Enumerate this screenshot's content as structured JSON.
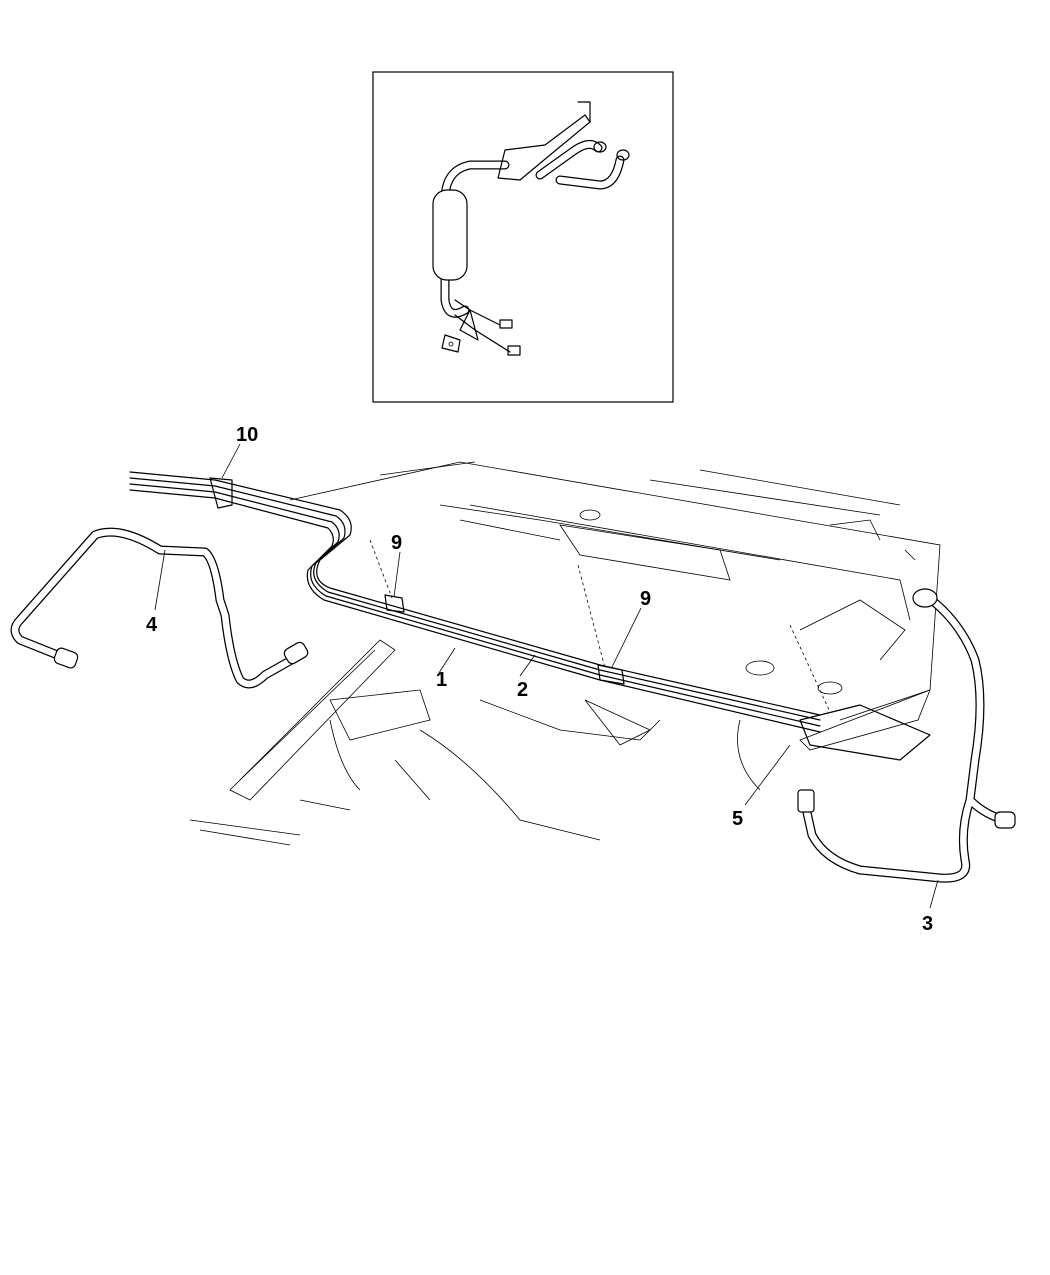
{
  "diagram": {
    "callouts": {
      "c1": "1",
      "c2": "2",
      "c3": "3",
      "c4": "4",
      "c5": "5",
      "c9a": "9",
      "c9b": "9",
      "c10": "10"
    }
  }
}
